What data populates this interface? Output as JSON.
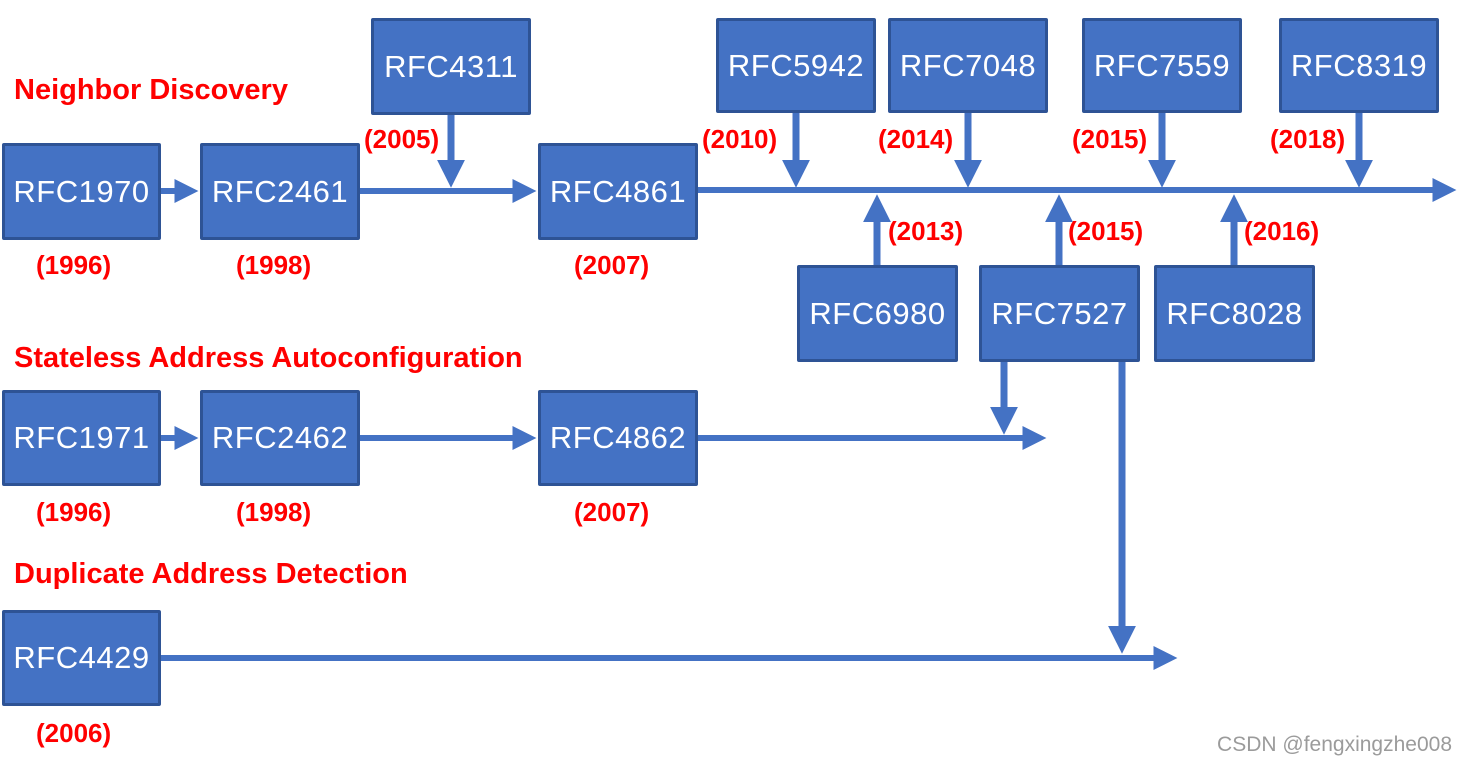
{
  "watermark": "CSDN @fengxingzhe008",
  "colors": {
    "box_fill": "#4472C4",
    "box_border": "#2E5395",
    "arrow_blue": "#4472C4",
    "label_red": "#FF0000",
    "box_text": "#FFFFFF",
    "watermark_gray": "#9B9B9B"
  },
  "sections": {
    "neighbor_discovery": {
      "title": "Neighbor Discovery"
    },
    "slaac": {
      "title": "Stateless Address Autoconfiguration"
    },
    "dad": {
      "title": "Duplicate Address Detection"
    }
  },
  "nodes": [
    {
      "id": "rfc1970",
      "label": "RFC1970",
      "year": "(1996)",
      "section": "neighbor_discovery"
    },
    {
      "id": "rfc2461",
      "label": "RFC2461",
      "year": "(1998)",
      "section": "neighbor_discovery"
    },
    {
      "id": "rfc4311",
      "label": "RFC4311",
      "year": "(2005)",
      "section": "neighbor_discovery"
    },
    {
      "id": "rfc4861",
      "label": "RFC4861",
      "year": "(2007)",
      "section": "neighbor_discovery"
    },
    {
      "id": "rfc5942",
      "label": "RFC5942",
      "year": "(2010)",
      "section": "neighbor_discovery"
    },
    {
      "id": "rfc7048",
      "label": "RFC7048",
      "year": "(2014)",
      "section": "neighbor_discovery"
    },
    {
      "id": "rfc7559",
      "label": "RFC7559",
      "year": "(2015)",
      "section": "neighbor_discovery"
    },
    {
      "id": "rfc8319",
      "label": "RFC8319",
      "year": "(2018)",
      "section": "neighbor_discovery"
    },
    {
      "id": "rfc6980",
      "label": "RFC6980",
      "year": "(2013)",
      "section": "neighbor_discovery"
    },
    {
      "id": "rfc7527",
      "label": "RFC7527",
      "year": "(2015)",
      "section": "neighbor_discovery"
    },
    {
      "id": "rfc8028",
      "label": "RFC8028",
      "year": "(2016)",
      "section": "neighbor_discovery"
    },
    {
      "id": "rfc1971",
      "label": "RFC1971",
      "year": "(1996)",
      "section": "slaac"
    },
    {
      "id": "rfc2462",
      "label": "RFC2462",
      "year": "(1998)",
      "section": "slaac"
    },
    {
      "id": "rfc4862",
      "label": "RFC4862",
      "year": "(2007)",
      "section": "slaac"
    },
    {
      "id": "rfc4429",
      "label": "RFC4429",
      "year": "(2006)",
      "section": "dad"
    }
  ]
}
